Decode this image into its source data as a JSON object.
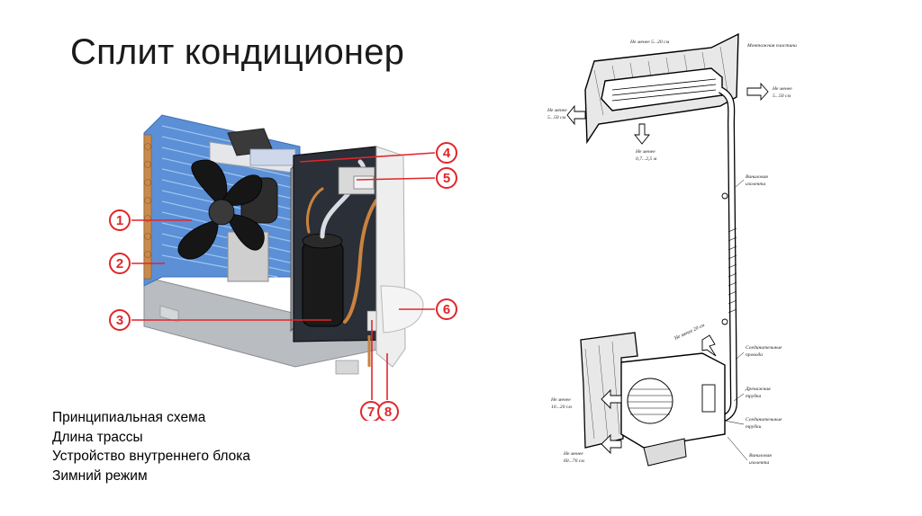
{
  "slide": {
    "title": "Сплит кондиционер",
    "bullets": [
      "Принципиальная схема",
      "Длина трассы",
      "Устройство внутреннего блока",
      "Зимний режим"
    ]
  },
  "outdoor_unit_figure": {
    "callouts": [
      "1",
      "2",
      "3",
      "4",
      "5",
      "6",
      "7",
      "8"
    ],
    "callout_color": "#e0262b"
  },
  "installation_diagram": {
    "labels": {
      "top_gap": "Не менее 5...20 см",
      "mounting_plate": "Монтажная пластина",
      "right_gap_line1": "Не менее",
      "right_gap_line2": "5...50 см",
      "left_gap_line1": "Не менее",
      "left_gap_line2": "5...50 см",
      "floor_gap_line1": "Не менее",
      "floor_gap_line2": "0,7...2,5 м",
      "vinyl_tape_top_line1": "Виниловая",
      "vinyl_tape_top_line2": "изолента",
      "outdoor_top_gap": "Не менее 20 см",
      "connecting_wires_line1": "Соединительные",
      "connecting_wires_line2": "провода",
      "drain_tube_line1": "Дренажная",
      "drain_tube_line2": "трубка",
      "connecting_tubes_line1": "Соединительные",
      "connecting_tubes_line2": "трубки",
      "outdoor_left_gap_line1": "Не менее",
      "outdoor_left_gap_line2": "10...20 см",
      "outdoor_bottom_gap_line1": "Не менее",
      "outdoor_bottom_gap_line2": "60...70 см",
      "vinyl_tape_bottom_line1": "Виниловая",
      "vinyl_tape_bottom_line2": "изолента"
    }
  }
}
